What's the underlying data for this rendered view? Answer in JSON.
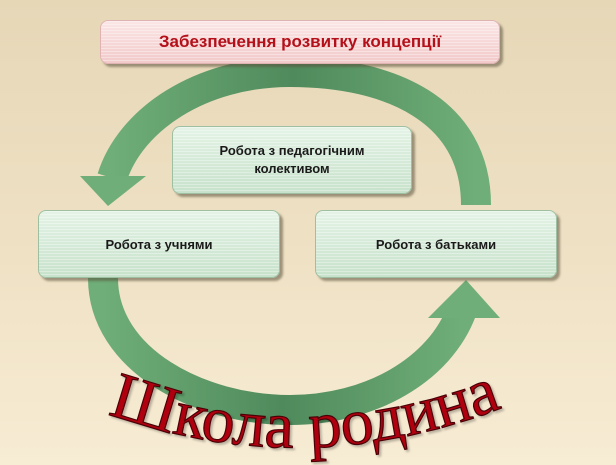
{
  "title": "Забезпечення розвитку концепції",
  "boxes": {
    "center": "Робота з педагогічним колективом",
    "left": "Робота з учнями",
    "right": "Робота з батьками"
  },
  "wordart": "Школа родина",
  "colors": {
    "arrow": "#5e9d69",
    "title_text": "#b4101a",
    "wordart": "#b00010"
  }
}
